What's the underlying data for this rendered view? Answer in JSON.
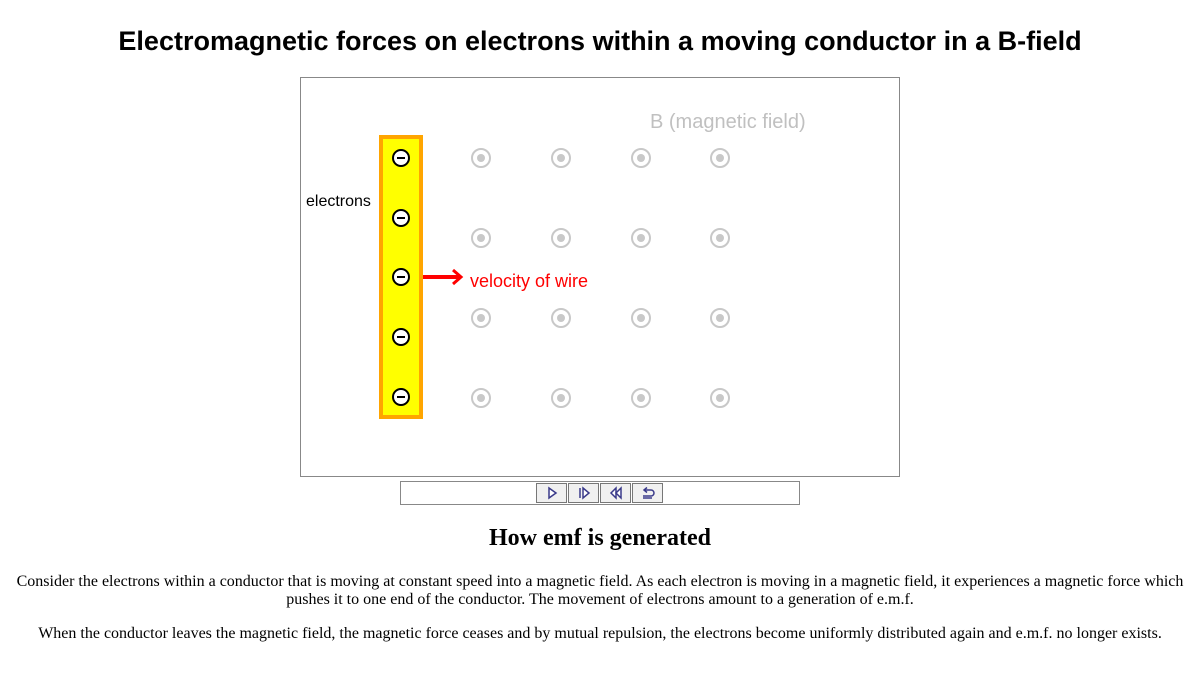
{
  "page": {
    "title": "Electromagnetic forces on electrons within a moving conductor in a B-field"
  },
  "simulation": {
    "field_label": "B (magnetic field)",
    "electrons_label": "electrons",
    "velocity_label": "velocity of wire",
    "colors": {
      "wire_fill": "#ffff00",
      "wire_border": "#ffa500",
      "field_symbol": "#c8c8c8",
      "velocity_arrow": "#ff0000",
      "field_label": "#c0c0c0"
    },
    "icons": {
      "electron": "minus-in-circle",
      "field": "dot-in-circle (out of page)",
      "arrow": "right-arrow"
    }
  },
  "controls": {
    "buttons": [
      {
        "name": "play-button",
        "icon": "play-icon"
      },
      {
        "name": "step-forward-button",
        "icon": "step-forward-icon"
      },
      {
        "name": "rewind-button",
        "icon": "rewind-icon"
      },
      {
        "name": "reset-button",
        "icon": "reset-icon"
      }
    ]
  },
  "section": {
    "heading": "How emf is generated",
    "paragraphs": [
      "Consider the electrons within a conductor that is moving at constant speed into a magnetic field. As each electron is moving in a magnetic field, it experiences a magnetic force which pushes it to one end of the conductor. The movement of electrons amount to a generation of e.m.f.",
      "When the conductor leaves the magnetic field, the magnetic force ceases and by mutual repulsion, the electrons become uniformly distributed again and e.m.f. no longer exists."
    ]
  }
}
